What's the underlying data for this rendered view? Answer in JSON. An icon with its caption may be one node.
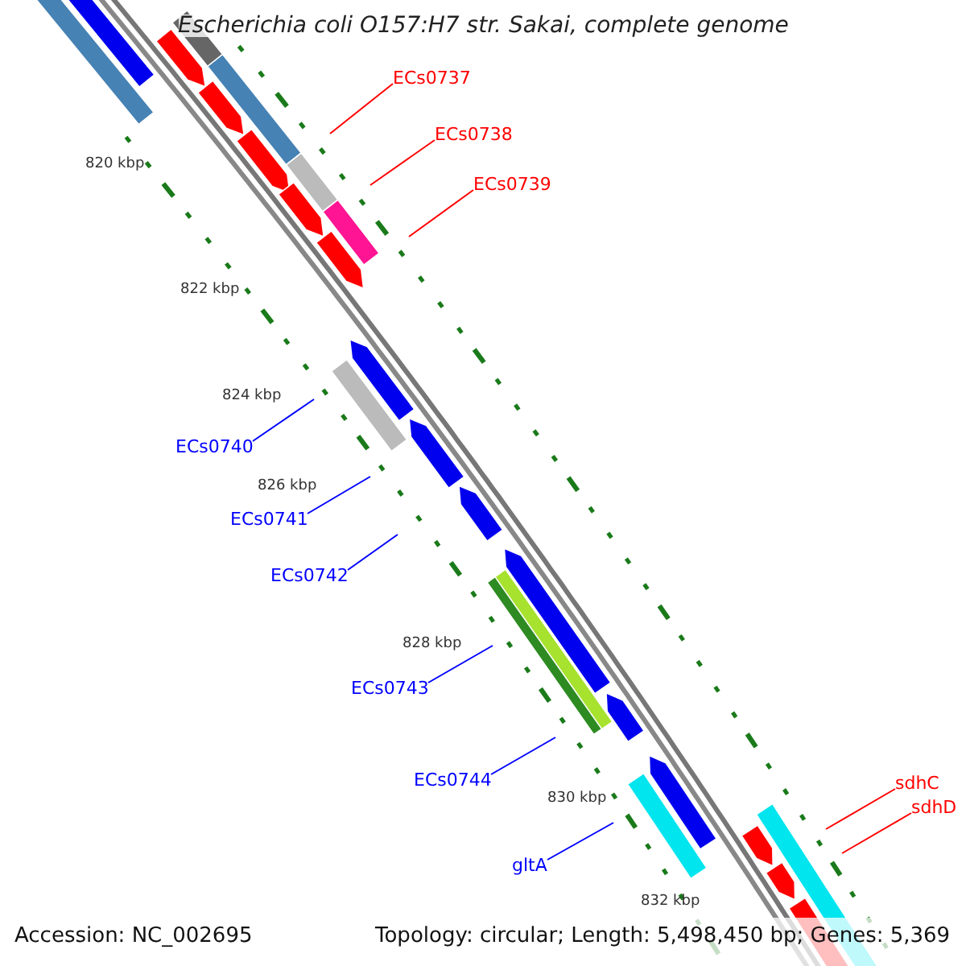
{
  "diagram": {
    "title": "Escherichia coli O157:H7 str. Sakai, complete genome",
    "nodes": [
      {
        "text": [
          "ECs0737"
        ]
      },
      {
        "text": [
          "ECs0738"
        ]
      },
      {
        "text": [
          "ECs0739"
        ]
      },
      {
        "text": [
          "ECs0740"
        ]
      },
      {
        "text": [
          "ECs0741"
        ]
      },
      {
        "text": [
          "ECs0742"
        ]
      },
      {
        "text": [
          "ECs0743"
        ]
      },
      {
        "text": [
          "ECs0744"
        ]
      },
      {
        "text": [
          "gltA"
        ]
      },
      {
        "text": [
          "sdhC"
        ]
      },
      {
        "text": [
          "sdhD"
        ]
      }
    ],
    "edges": [
      {
        "from": 0,
        "to": null,
        "arrow": "none",
        "color": "#ff0000"
      },
      {
        "from": 1,
        "to": null,
        "arrow": "none",
        "color": "#ff0000"
      },
      {
        "from": 2,
        "to": null,
        "arrow": "none",
        "color": "#ff0000"
      },
      {
        "from": 3,
        "to": null,
        "arrow": "none"
      },
      {
        "from": 4,
        "to": null,
        "arrow": "none"
      },
      {
        "from": 5,
        "to": null,
        "arrow": "none"
      },
      {
        "from": 6,
        "to": null,
        "arrow": "none"
      },
      {
        "from": 7,
        "to": null,
        "arrow": "none"
      },
      {
        "from": 8,
        "to": null,
        "arrow": "none"
      },
      {
        "from": 9,
        "to": null,
        "arrow": "none",
        "color": "#ff0000"
      },
      {
        "from": 10,
        "to": null,
        "arrow": "none",
        "color": "#ff0000"
      }
    ],
    "labels": [
      "820 kbp",
      "822 kbp",
      "824 kbp",
      "826 kbp",
      "828 kbp",
      "830 kbp",
      "832 kbp",
      "Accession: NC_002695",
      "Topology: circular; Length: 5,498,450 bp; Genes: 5,369"
    ]
  }
}
